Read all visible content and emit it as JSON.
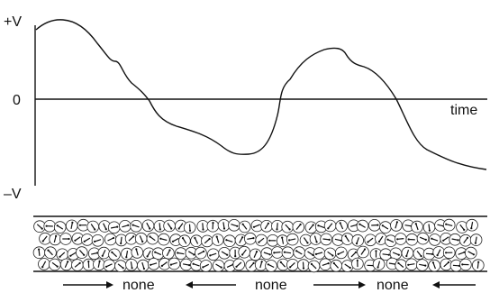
{
  "axis": {
    "y_top_label": "+V",
    "y_zero_label": "0",
    "y_bottom_label": "–V",
    "x_label": "time"
  },
  "tape": {
    "segment_labels": [
      "none",
      "none",
      "none"
    ]
  }
}
